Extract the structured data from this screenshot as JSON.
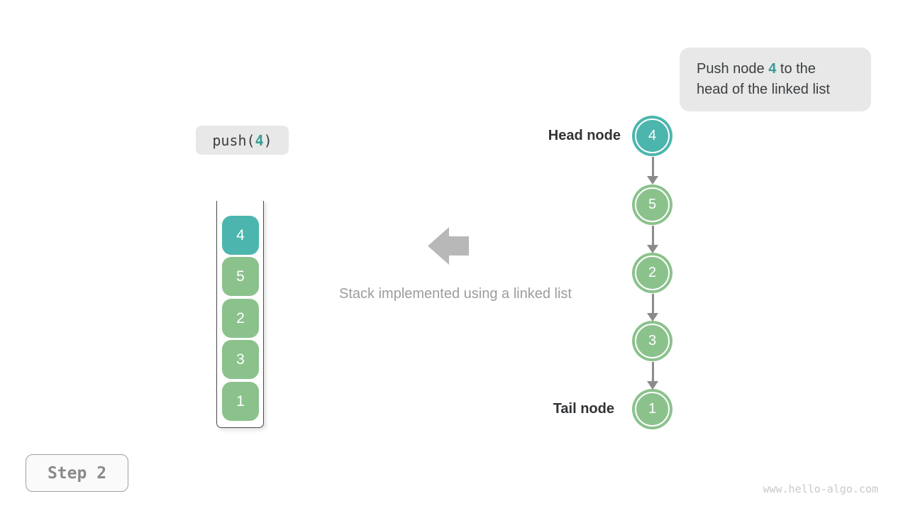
{
  "colors": {
    "node-teal": "#4CB6AE",
    "node-green": "#8BC28C",
    "accent-text": "#399C94",
    "arrow-gray": "#8B8B8B",
    "big-arrow-gray": "#B8B8B8"
  },
  "callout": {
    "line1_pre": "Push node ",
    "num": "4",
    "line1_post": " to the",
    "line2": "head of the linked list"
  },
  "operation": {
    "pre": "push(",
    "num": "4",
    "post": ")"
  },
  "stack": {
    "items": [
      "4",
      "5",
      "2",
      "3",
      "1"
    ]
  },
  "caption": "Stack implemented using a linked list",
  "linked_list": {
    "head_label": "Head node",
    "tail_label": "Tail node",
    "nodes": [
      "4",
      "5",
      "2",
      "3",
      "1"
    ]
  },
  "step_badge": "Step 2",
  "watermark": "www.hello-algo.com"
}
